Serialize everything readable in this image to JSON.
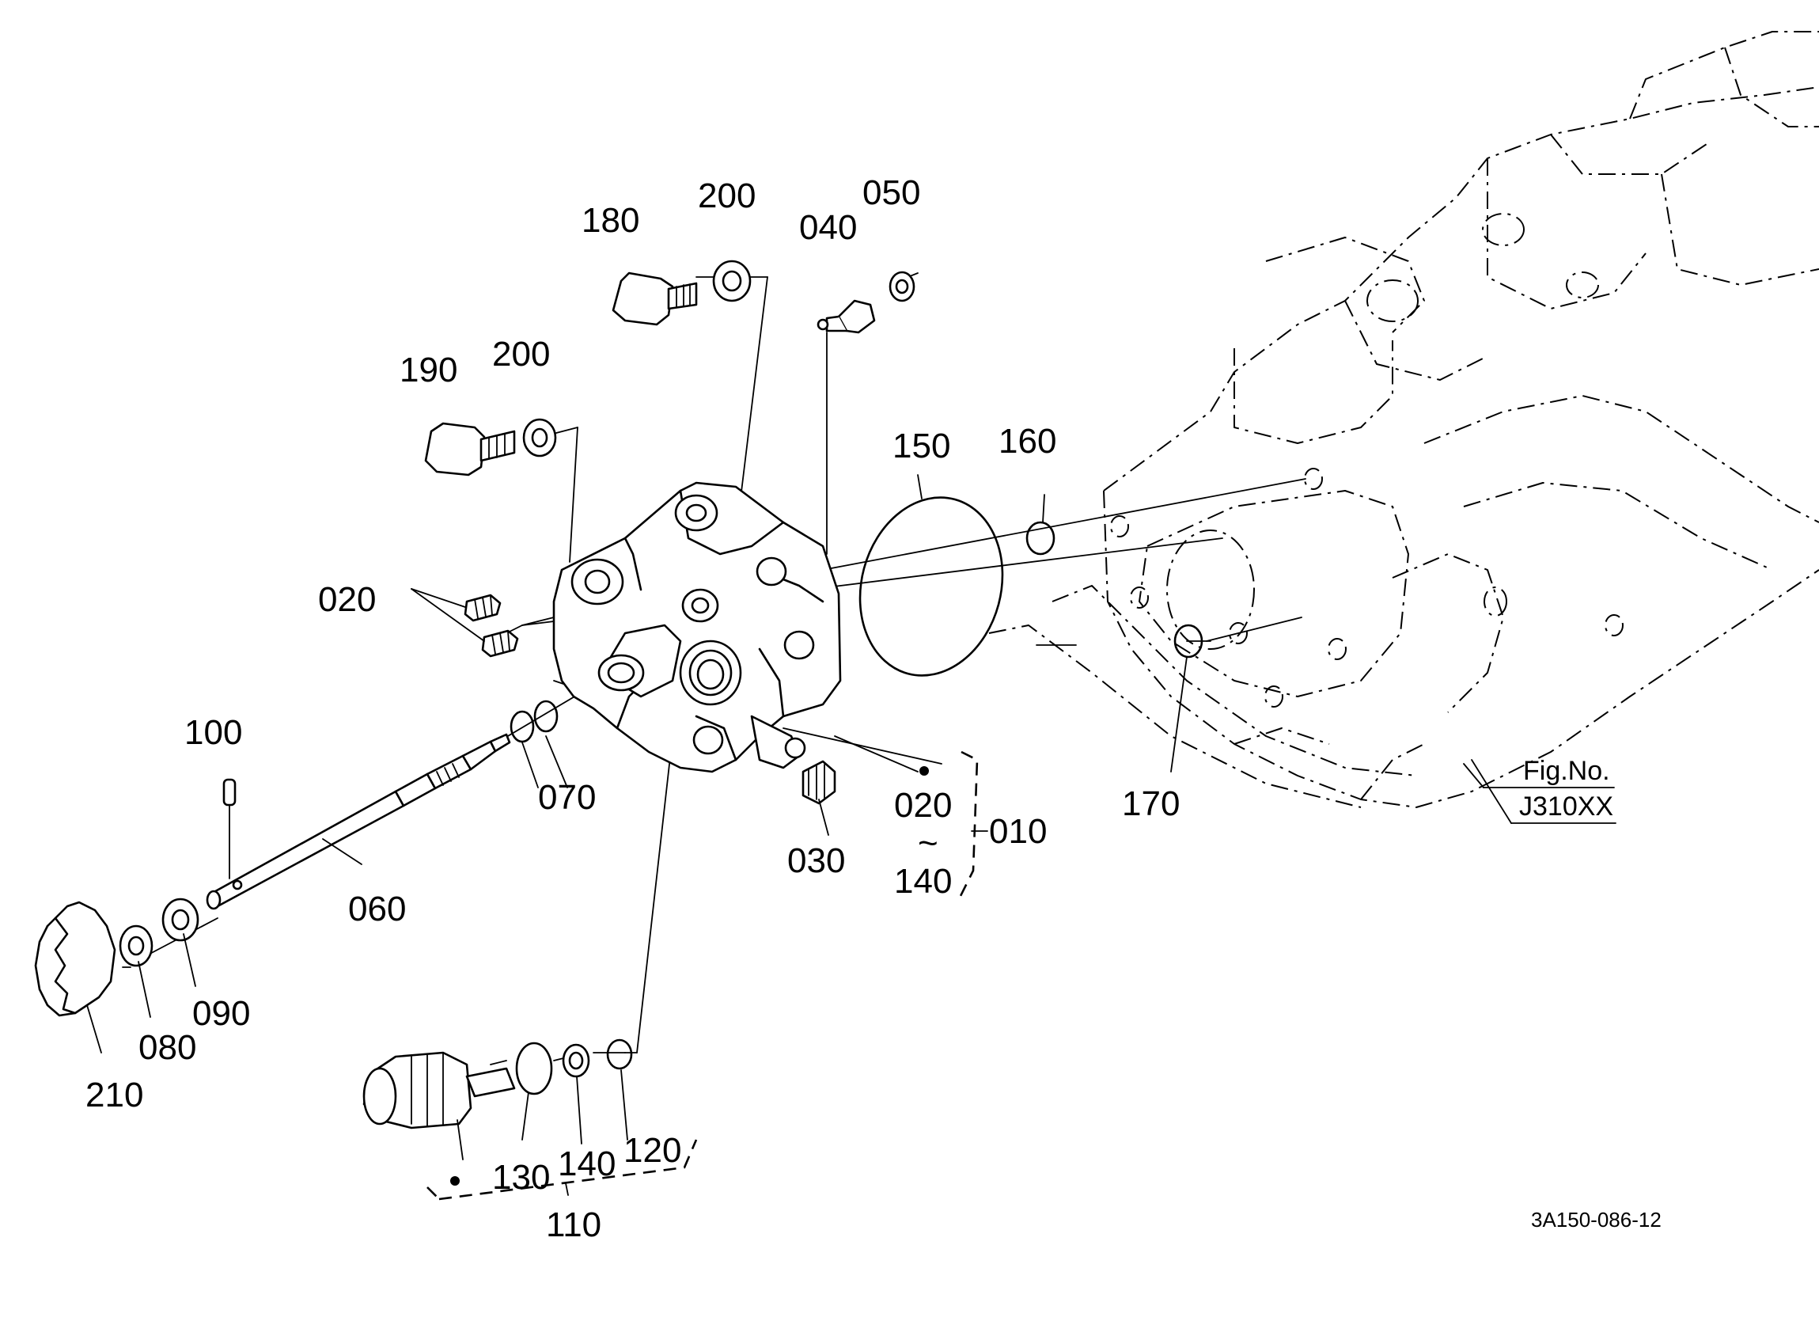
{
  "callouts": {
    "c180": "180",
    "c200a": "200",
    "c040": "040",
    "c050": "050",
    "c190": "190",
    "c200b": "200",
    "c150": "150",
    "c160": "160",
    "c020": "020",
    "c100": "100",
    "c070": "070",
    "c030": "030",
    "c060": "060",
    "c090": "090",
    "c080": "080",
    "c210": "210",
    "c170": "170",
    "c130": "130",
    "c140": "140",
    "c120": "120",
    "c110": "110"
  },
  "assembly_010": {
    "from": "020",
    "tilde": "~",
    "to": "140",
    "label": "010"
  },
  "fig_ref": {
    "title": "Fig.No.",
    "number": "J310XX"
  },
  "drawing_code": "3A150-086-12"
}
